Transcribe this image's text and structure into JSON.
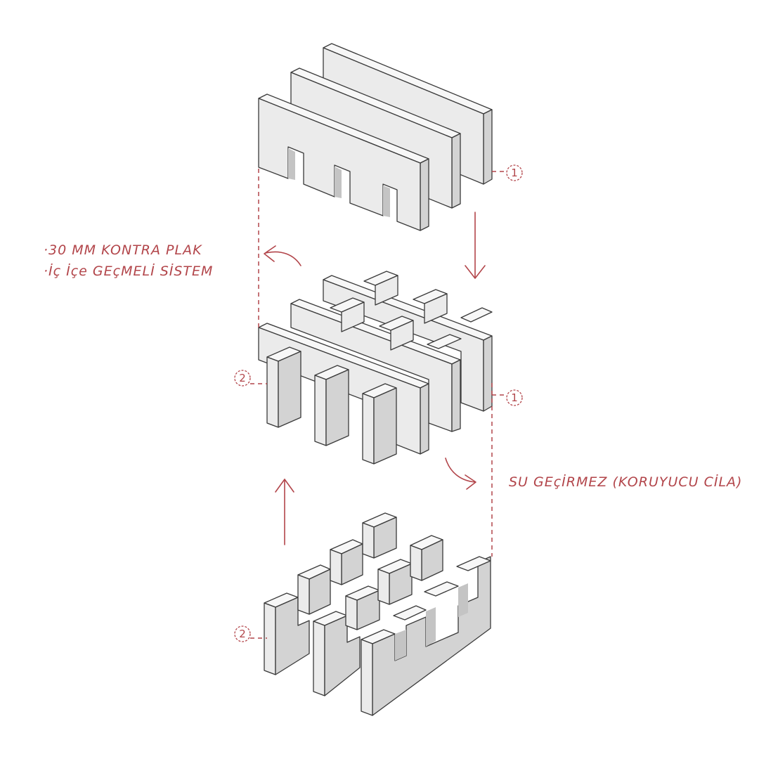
{
  "annotations": {
    "material_line1": "·30 MM   KONTRA PLAK",
    "material_line2": "·İç İçe GEçMELİ SİSTEM",
    "waterproof_note": "SU GEçİRMEZ (KORUYUCU CİLA)"
  },
  "callouts": {
    "top_part": "1",
    "middle_part_left": "2",
    "middle_part_right": "1",
    "bottom_part": "2"
  },
  "colors": {
    "annotation": "#b2454a",
    "panel_face": "#ebebeb",
    "panel_side": "#d3d3d3",
    "edge": "#3a3a3a"
  }
}
